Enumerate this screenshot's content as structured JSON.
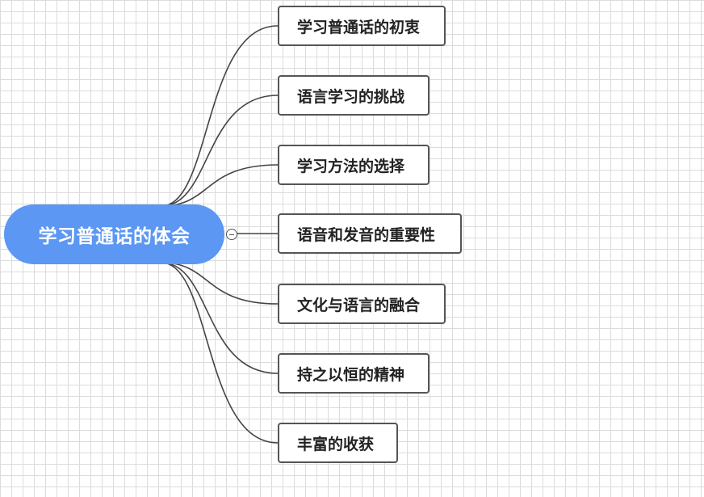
{
  "mindmap": {
    "root": {
      "label": "学习普通话的体会",
      "color": "#5b97f3",
      "text_color": "#ffffff"
    },
    "collapse_toggle": {
      "icon": "minus-circle-icon",
      "state": "expanded"
    },
    "topics": [
      {
        "label": "学习普通话的初衷"
      },
      {
        "label": "语言学习的挑战"
      },
      {
        "label": "学习方法的选择"
      },
      {
        "label": "语音和发音的重要性"
      },
      {
        "label": "文化与语言的融合"
      },
      {
        "label": "持之以恒的精神"
      },
      {
        "label": "丰富的收获"
      }
    ],
    "connector_color": "#444444",
    "topic_border_color": "#555555",
    "grid_line_color": "#dcdcdc"
  }
}
